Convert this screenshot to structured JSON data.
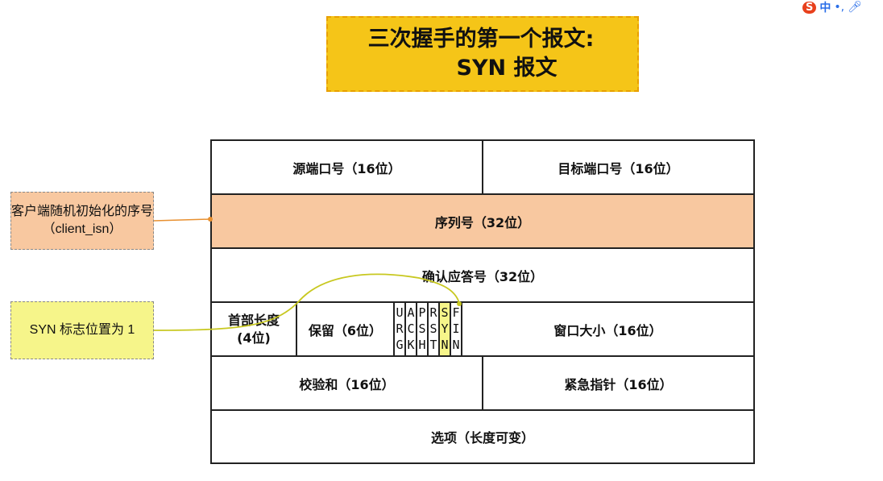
{
  "title": {
    "line1": "三次握手的第一个报文:",
    "line2": "SYN  报文"
  },
  "ime": {
    "logo": "S",
    "lang": "中",
    "punct": "•,",
    "mic_icon": "microphone-icon"
  },
  "rows": {
    "r1": {
      "left": "源端口号（16位）",
      "right": "目标端口号（16位）"
    },
    "r2": {
      "center": "序列号（32位）"
    },
    "r3": {
      "center": "确认应答号（32位）"
    },
    "r4": {
      "header_length": "首部长度\n(4位)",
      "reserved": "保留（6位）",
      "flags": [
        {
          "name": "URG",
          "chars": [
            "U",
            "R",
            "G"
          ]
        },
        {
          "name": "ACK",
          "chars": [
            "A",
            "C",
            "K"
          ]
        },
        {
          "name": "PSH",
          "chars": [
            "P",
            "S",
            "H"
          ]
        },
        {
          "name": "RST",
          "chars": [
            "R",
            "S",
            "T"
          ]
        },
        {
          "name": "SYN",
          "chars": [
            "S",
            "Y",
            "N"
          ]
        },
        {
          "name": "FIN",
          "chars": [
            "F",
            "I",
            "N"
          ]
        }
      ],
      "window": "窗口大小（16位）"
    },
    "r5": {
      "left": "校验和（16位）",
      "right": "紧急指针（16位）"
    },
    "r6": {
      "center": "选项（长度可变）"
    }
  },
  "notes": {
    "isn": "客户端随机初始化的序号（client_isn）",
    "syn": "SYN 标志位置为 1"
  },
  "colors": {
    "title_bg": "#f5c518",
    "orange": "#f8c8a0",
    "yellow": "#f6f58a",
    "arrow_orange": "#e89030",
    "arrow_yellow": "#d8d830"
  }
}
